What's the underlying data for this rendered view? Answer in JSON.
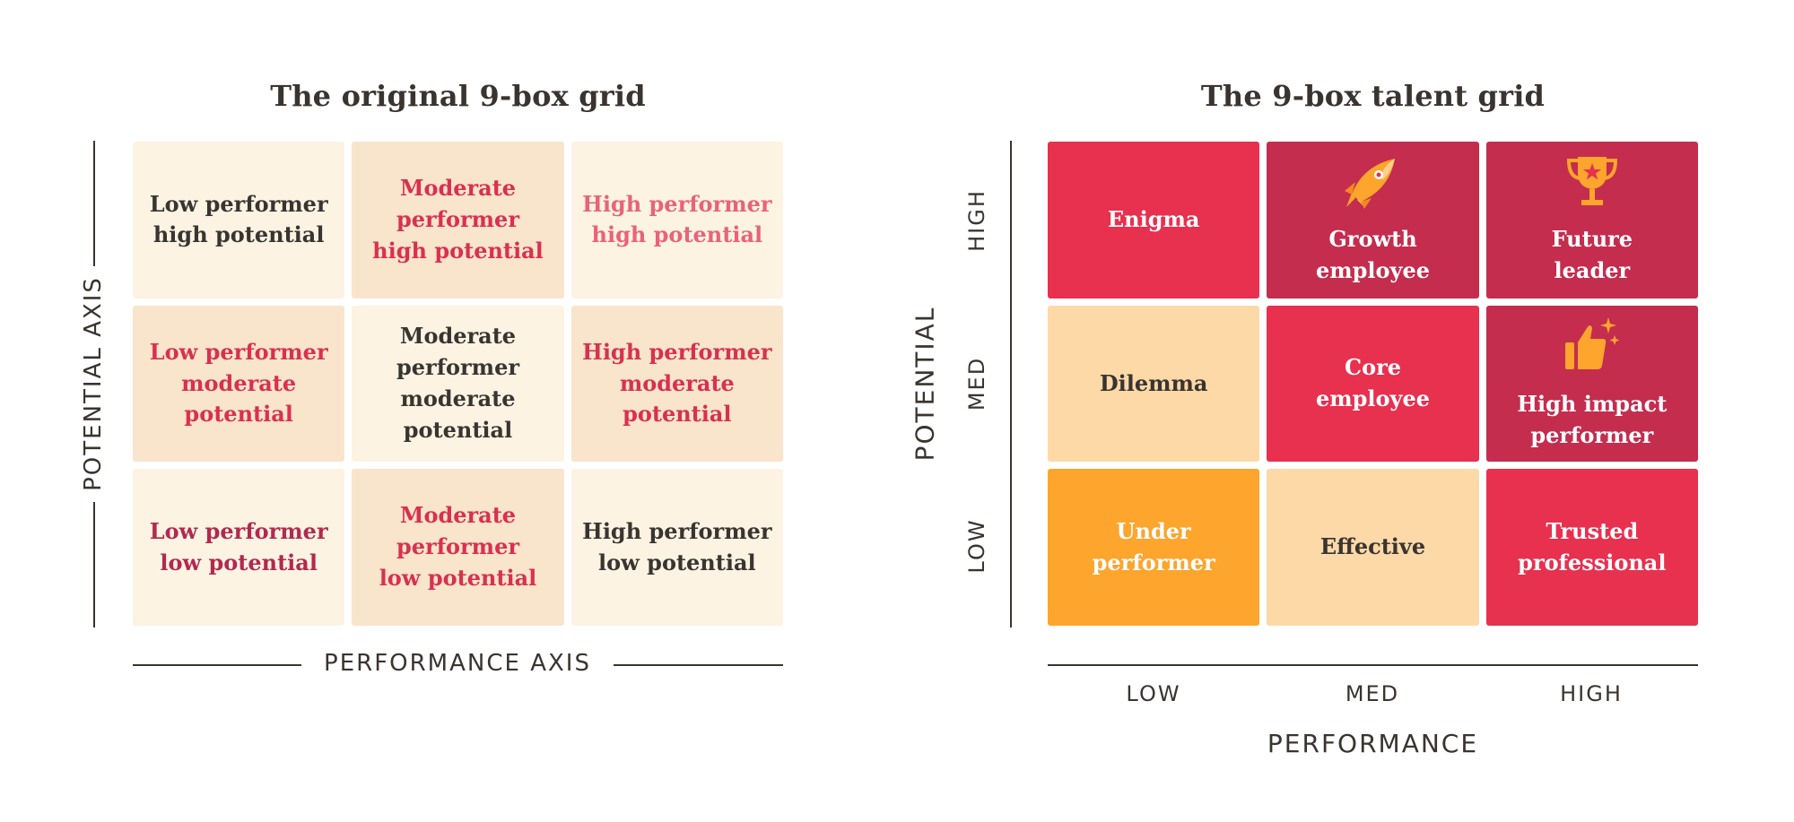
{
  "left": {
    "title": "The original 9-box grid",
    "y_axis_label": "POTENTIAL AXIS",
    "x_axis_label": "PERFORMANCE AXIS",
    "cells": [
      {
        "text": "Low performer\nhigh potential",
        "bg": "#fdf3e3",
        "color": "#3a3431"
      },
      {
        "text": "Moderate\nperformer\nhigh potential",
        "bg": "#f9e4cc",
        "color": "#d8314f"
      },
      {
        "text": "High performer\nhigh potential",
        "bg": "#fdf3e3",
        "color": "#e8637a"
      },
      {
        "text": "Low performer\nmoderate\npotential",
        "bg": "#f9e4cc",
        "color": "#d8314f"
      },
      {
        "text": "Moderate\nperformer\nmoderate\npotential",
        "bg": "#fdf3e3",
        "color": "#3a3431"
      },
      {
        "text": "High performer\nmoderate\npotential",
        "bg": "#f9e4cc",
        "color": "#d8314f"
      },
      {
        "text": "Low performer\nlow potential",
        "bg": "#fdf3e3",
        "color": "#b02a4f"
      },
      {
        "text": "Moderate\nperformer\nlow potential",
        "bg": "#f9e4cc",
        "color": "#d8314f"
      },
      {
        "text": "High performer\nlow potential",
        "bg": "#fdf3e3",
        "color": "#3a3431"
      }
    ]
  },
  "right": {
    "title": "The 9-box talent grid",
    "y_axis_label": "POTENTIAL",
    "x_axis_label": "PERFORMANCE",
    "row_labels": [
      "HIGH",
      "MED",
      "LOW"
    ],
    "col_labels": [
      "LOW",
      "MED",
      "HIGH"
    ],
    "cells": [
      {
        "text": "Enigma",
        "bg": "#e8304f",
        "color": "#ffffff",
        "icon": ""
      },
      {
        "text": "Growth\nemployee",
        "bg": "#c42d4e",
        "color": "#ffffff",
        "icon": "rocket-icon"
      },
      {
        "text": "Future\nleader",
        "bg": "#c42d4e",
        "color": "#ffffff",
        "icon": "trophy-icon"
      },
      {
        "text": "Dilemma",
        "bg": "#fdd9a8",
        "color": "#3a3431",
        "icon": ""
      },
      {
        "text": "Core\nemployee",
        "bg": "#e8304f",
        "color": "#ffffff",
        "icon": ""
      },
      {
        "text": "High impact\nperformer",
        "bg": "#c42d4e",
        "color": "#ffffff",
        "icon": "thumbs-up-icon"
      },
      {
        "text": "Under\nperformer",
        "bg": "#fda52c",
        "color": "#ffffff",
        "icon": ""
      },
      {
        "text": "Effective",
        "bg": "#fdd9a8",
        "color": "#3a3431",
        "icon": ""
      },
      {
        "text": "Trusted\nprofessional",
        "bg": "#e8304f",
        "color": "#ffffff",
        "icon": ""
      }
    ]
  },
  "colors": {
    "text_dark": "#3a3431",
    "icon_orange": "#fda52c"
  }
}
